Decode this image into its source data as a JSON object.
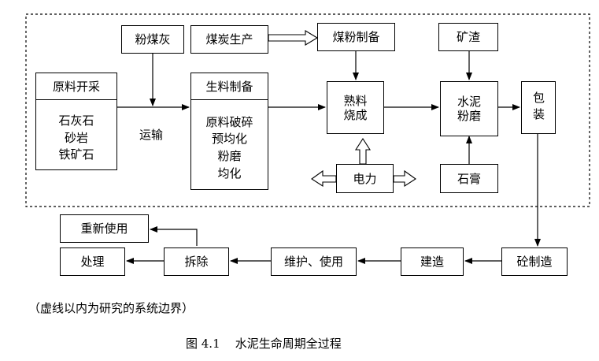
{
  "boundary_note": "（虚线以内为研究的系统边界）",
  "caption": "图 4.1    水泥生命周期全过程",
  "nodes": {
    "fly_ash": "粉煤灰",
    "coal_production": "煤炭生产",
    "coal_powder_prep": "煤粉制备",
    "slag": "矿渣",
    "raw_mining_title": "原料开采",
    "raw_mining_items": [
      "石灰石",
      "砂岩",
      "铁矿石"
    ],
    "transport": "运输",
    "raw_prep_title": "生料制备",
    "raw_prep_items": [
      "原料破碎",
      "预均化",
      "粉磨",
      "均化"
    ],
    "clinker_burning": [
      "熟料",
      "烧成"
    ],
    "cement_grinding": [
      "水泥",
      "粉磨"
    ],
    "packaging": "包装",
    "electricity": "电力",
    "gypsum": "石膏",
    "concrete_making": "砼制造",
    "construction": "建造",
    "maintenance_use": "维护、使用",
    "demolition": "拆除",
    "reuse": "重新使用",
    "disposal": "处理"
  }
}
